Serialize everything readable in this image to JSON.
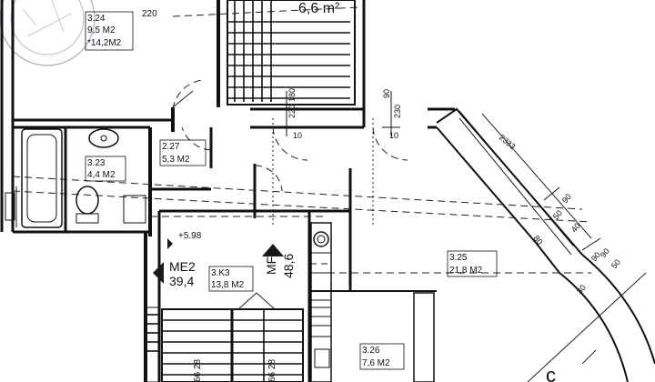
{
  "dimensions": {
    "d220": "220",
    "d180": "180",
    "d220b": "220",
    "d90a": "90",
    "d230": "230",
    "d10a": "10",
    "d10b": "10",
    "d2333": "2333",
    "d80": "80",
    "d90b": "90",
    "d50a": "50",
    "d40": "40",
    "d90c": "90",
    "d90d": "90",
    "d50b": "50",
    "d30": "30",
    "d598": "+5.98"
  },
  "rooms": {
    "r324": {
      "id": "3.24",
      "area1": "9,5 M2",
      "area2": "*14,2M2"
    },
    "r323": {
      "id": "3.23",
      "area1": "4,4 M2"
    },
    "r327": {
      "id": "2.27",
      "area1": "5,3 M2"
    },
    "r325": {
      "id": "3.25",
      "area1": "21,8 M2"
    },
    "r3k3": {
      "id": "3.K3",
      "area1": "13,8 M2"
    },
    "r326": {
      "id": "3.26",
      "area1": "7,6 M2"
    },
    "top_area": "6,6 m²"
  },
  "markers": {
    "me2": {
      "label": "ME2",
      "value": "39,4"
    },
    "mf2": {
      "label": "MF2",
      "value": "48,6"
    }
  },
  "stairs": {
    "left_value": "66 28",
    "right_value": "66 28"
  },
  "extra": {
    "mark_c": "c"
  }
}
